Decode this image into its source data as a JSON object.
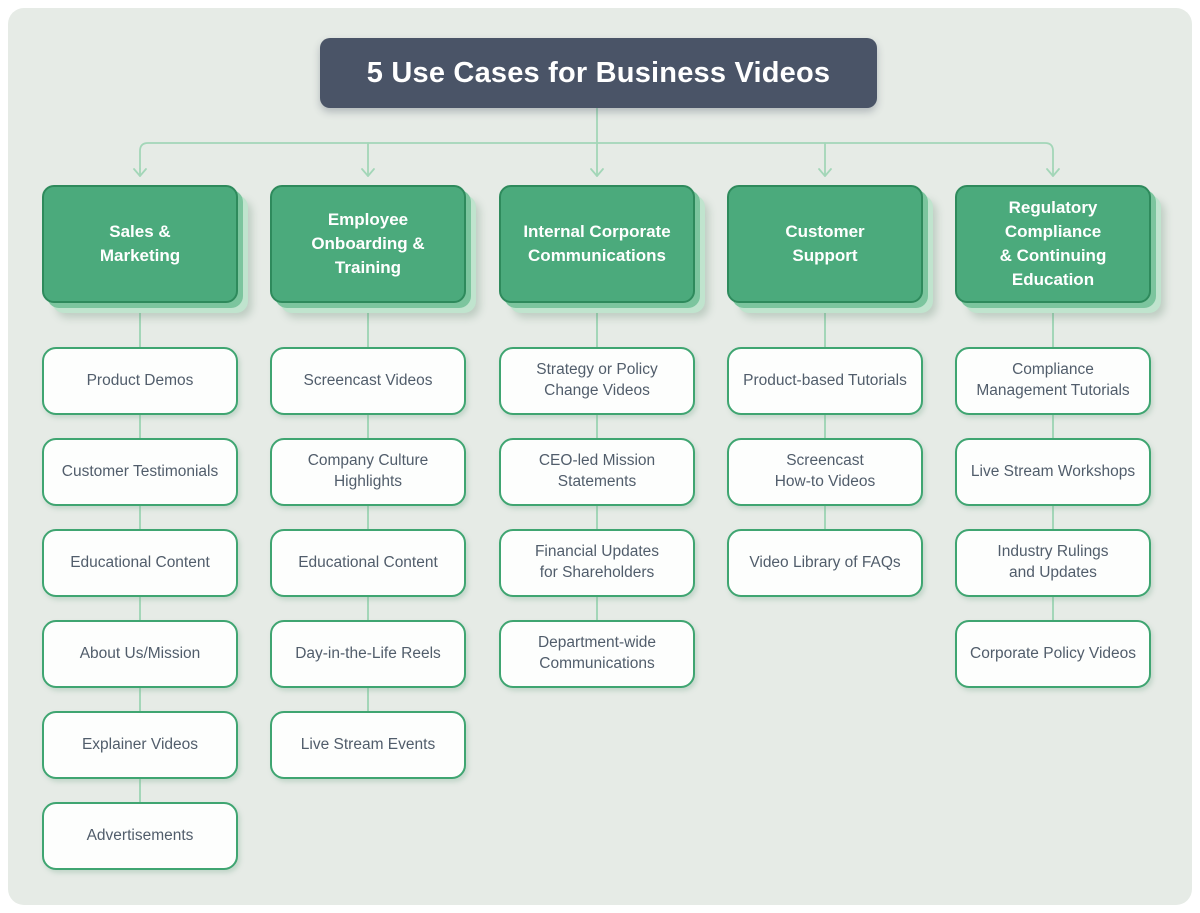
{
  "title": "5 Use Cases for Business Videos",
  "colors": {
    "canvas_bg": "#e6ebe6",
    "title_bg": "#4a5467",
    "header_fill": "#4baa7c",
    "header_border": "#2e8a5c",
    "header_stack_1": "#7cc59e",
    "header_stack_2": "#c0e4ce",
    "item_fill": "#fdfefd",
    "item_border": "#3fa571",
    "item_text": "#515d6b",
    "connector": "#a3d6b8"
  },
  "columns": [
    {
      "id": "sales-marketing",
      "header": "Sales &\nMarketing",
      "items": [
        "Product Demos",
        "Customer Testimonials",
        "Educational Content",
        "About Us/Mission",
        "Explainer Videos",
        "Advertisements"
      ]
    },
    {
      "id": "employee-onboarding-training",
      "header": "Employee\nOnboarding &\nTraining",
      "items": [
        "Screencast Videos",
        "Company Culture\nHighlights",
        "Educational Content",
        "Day-in-the-Life Reels",
        "Live Stream Events"
      ]
    },
    {
      "id": "internal-corporate-communications",
      "header": "Internal Corporate\nCommunications",
      "items": [
        "Strategy or Policy\nChange Videos",
        "CEO-led Mission\nStatements",
        "Financial Updates\nfor Shareholders",
        "Department-wide\nCommunications"
      ]
    },
    {
      "id": "customer-support",
      "header": "Customer\nSupport",
      "items": [
        "Product-based Tutorials",
        "Screencast\nHow-to Videos",
        "Video Library of FAQs"
      ]
    },
    {
      "id": "regulatory-compliance-continuing-education",
      "header": "Regulatory\nCompliance\n& Continuing\nEducation",
      "items": [
        "Compliance\nManagement Tutorials",
        "Live Stream Workshops",
        "Industry Rulings\nand Updates",
        "Corporate Policy Videos"
      ]
    }
  ]
}
